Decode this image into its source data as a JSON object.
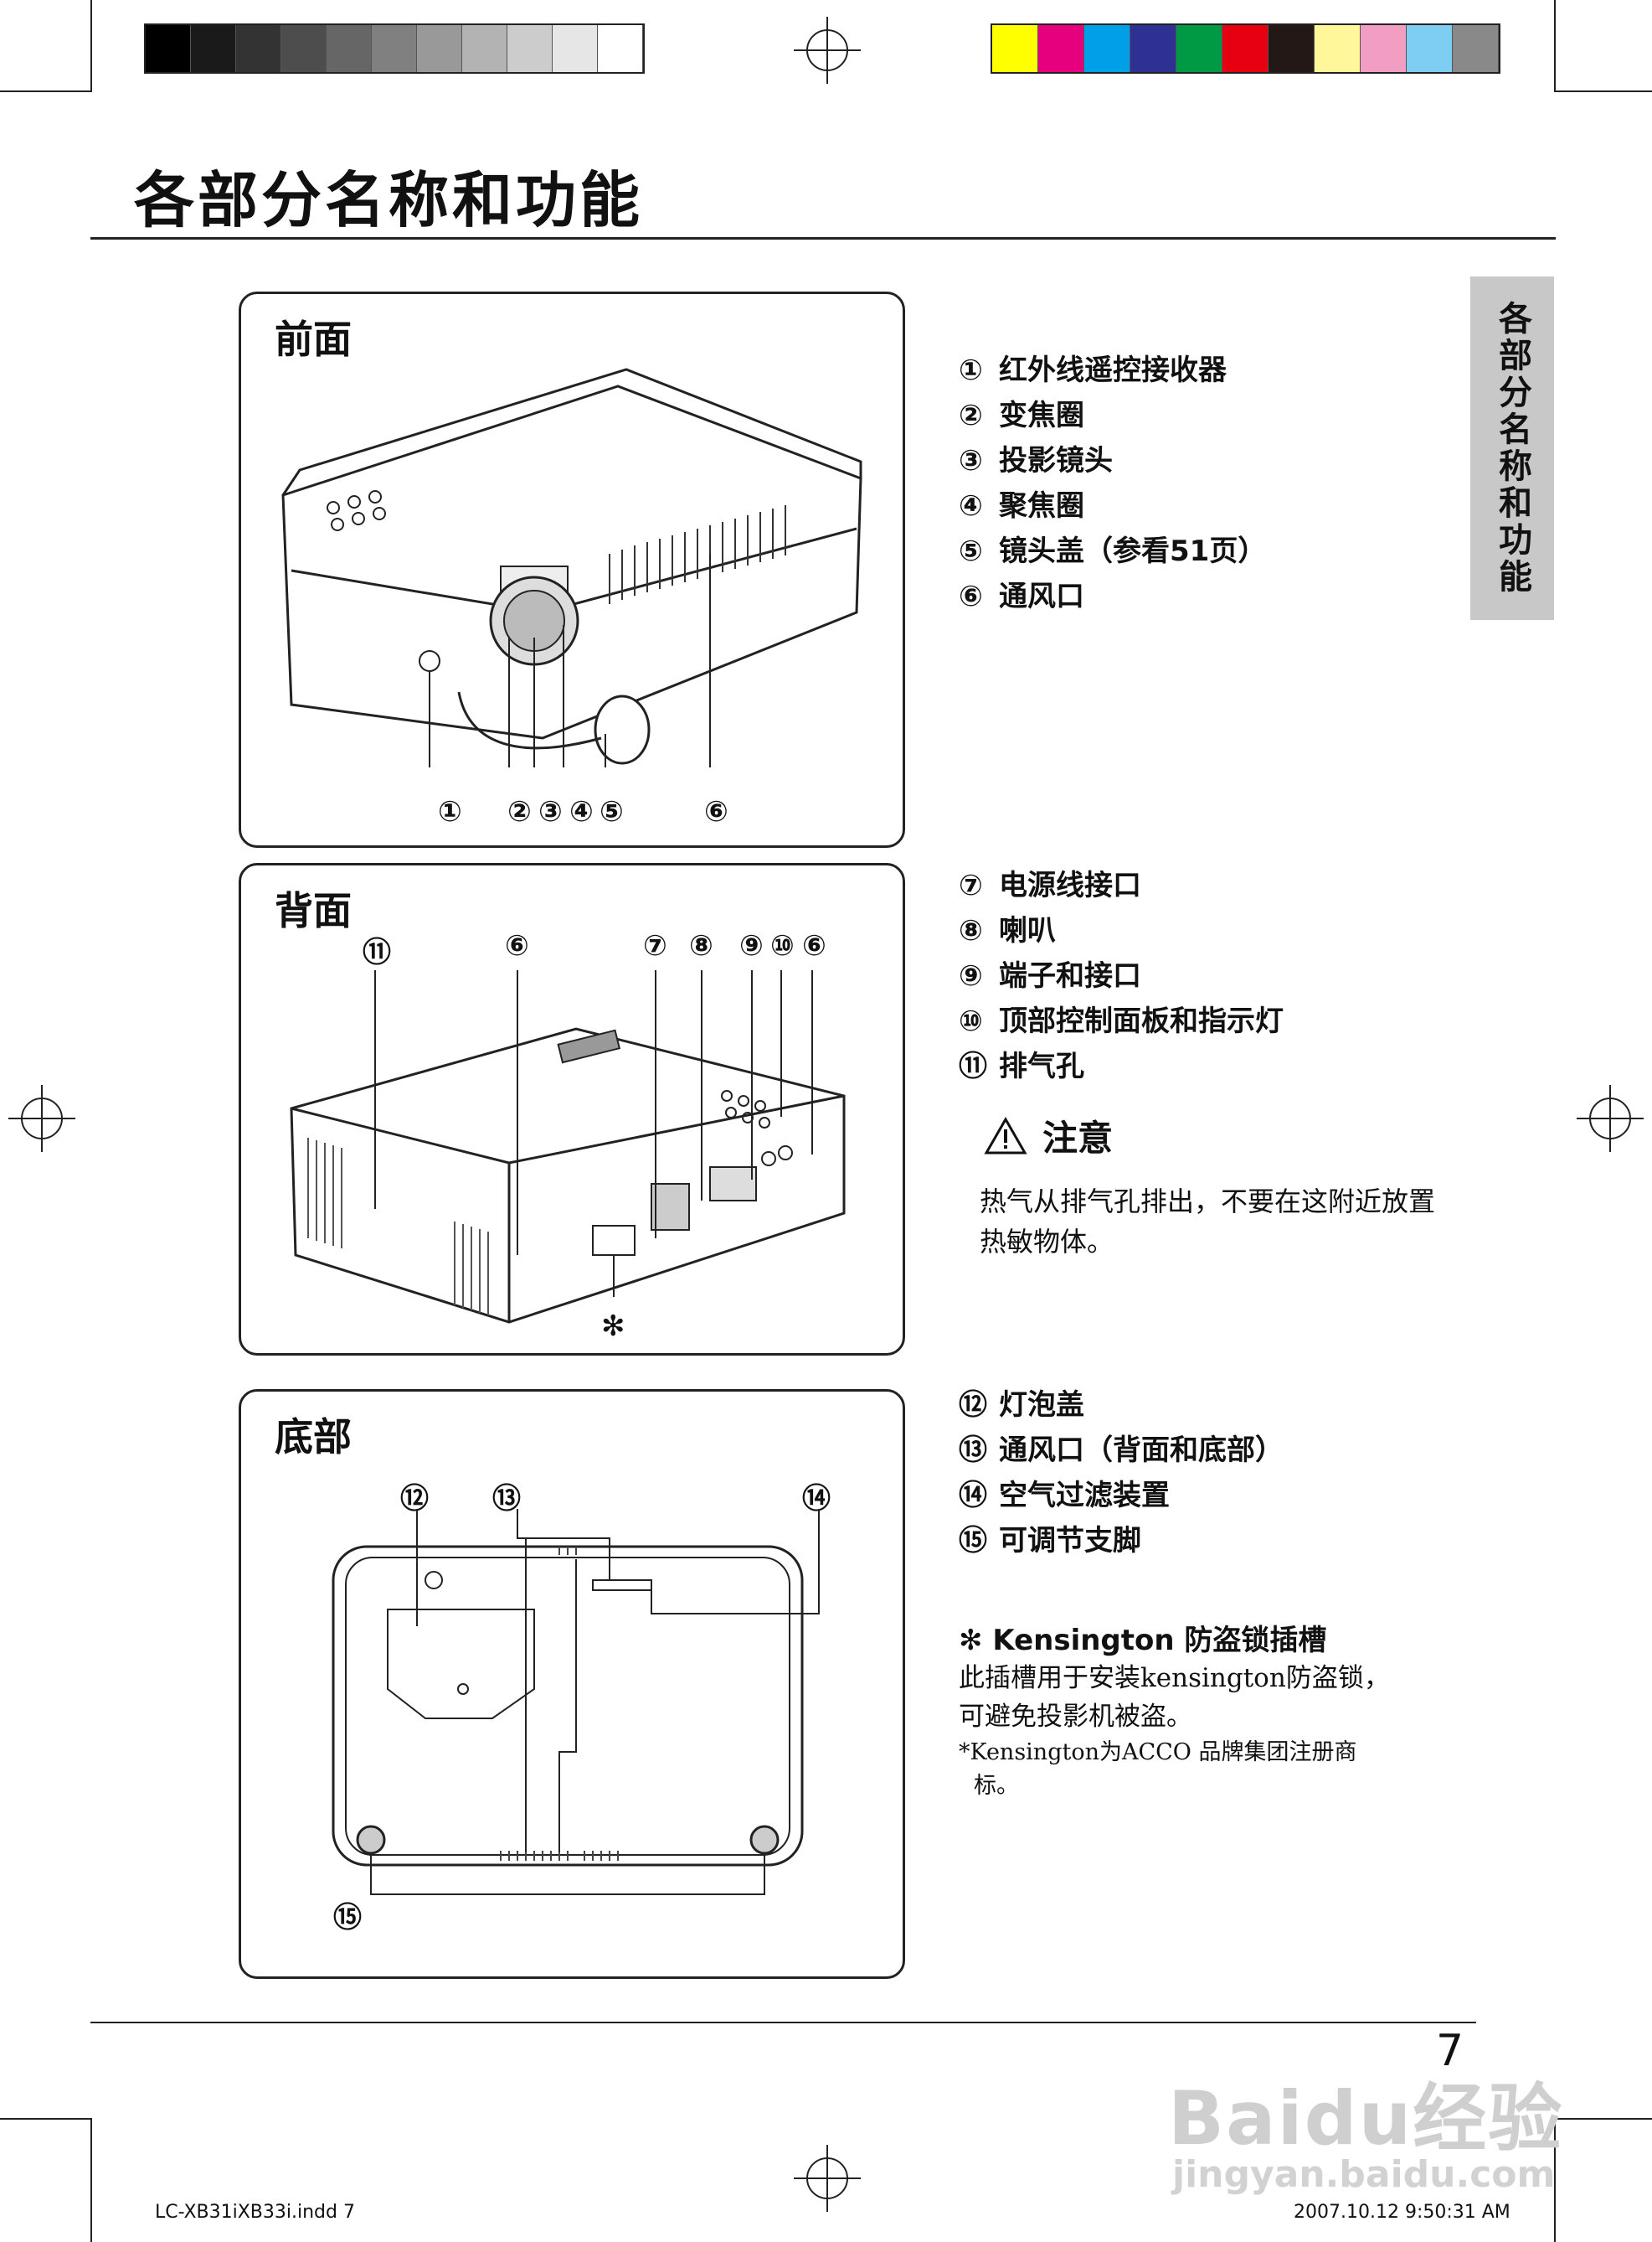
{
  "page": {
    "title": "各部分名称和功能",
    "side_tab": "各部分名称和功能",
    "page_number": "7"
  },
  "panels": {
    "front": {
      "title": "前面",
      "callouts": [
        "①",
        "②",
        "③",
        "④",
        "⑤",
        "⑥"
      ]
    },
    "back": {
      "title": "背面",
      "callouts": [
        "⑪",
        "⑥",
        "⑦",
        "⑧",
        "⑨",
        "⑩",
        "⑥"
      ],
      "asterisk": "✻"
    },
    "bottom": {
      "title": "底部",
      "callouts": [
        "⑫",
        "⑬",
        "⑭",
        "⑮"
      ]
    }
  },
  "legend_front": [
    {
      "num": "①",
      "label": "红外线遥控接收器"
    },
    {
      "num": "②",
      "label": "变焦圈"
    },
    {
      "num": "③",
      "label": "投影镜头"
    },
    {
      "num": "④",
      "label": "聚焦圈"
    },
    {
      "num": "⑤",
      "label": "镜头盖（参看51页）"
    },
    {
      "num": "⑥",
      "label": "通风口"
    }
  ],
  "legend_back": [
    {
      "num": "⑦",
      "label": "电源线接口"
    },
    {
      "num": "⑧",
      "label": "喇叭"
    },
    {
      "num": "⑨",
      "label": "端子和接口"
    },
    {
      "num": "⑩",
      "label": "顶部控制面板和指示灯"
    },
    {
      "num": "⑪",
      "label": "排气孔"
    }
  ],
  "caution": {
    "title": "注意",
    "body": "热气从排气孔排出，不要在这附近放置热敏物体。"
  },
  "legend_bottom": [
    {
      "num": "⑫",
      "label": "灯泡盖"
    },
    {
      "num": "⑬",
      "label": "通风口（背面和底部）"
    },
    {
      "num": "⑭",
      "label": "空气过滤装置"
    },
    {
      "num": "⑮",
      "label": "可调节支脚"
    }
  ],
  "kensington": {
    "title": "✻ Kensington 防盗锁插槽",
    "line1": "此插槽用于安装kensington防盗锁，",
    "line2": "可避免投影机被盗。",
    "line3": "*Kensington为ACCO 品牌集团注册商",
    "line4": "标。"
  },
  "footer": {
    "left": "LC-XB31iXB33i.indd   7",
    "right": "2007.10.12    9:50:31 AM"
  },
  "watermark": {
    "text": "Baidu经验",
    "url": "jingyan.baidu.com"
  },
  "colors": {
    "gray_bars": [
      "#000000",
      "#1a1a1a",
      "#333333",
      "#4d4d4d",
      "#666666",
      "#808080",
      "#999999",
      "#b3b3b3",
      "#cccccc",
      "#e6e6e6",
      "#ffffff"
    ],
    "color_bars": [
      "#ffff00",
      "#e6007e",
      "#00a0e9",
      "#2e3192",
      "#009944",
      "#e60012",
      "#231815",
      "#fff799",
      "#f19ec2",
      "#7ecef4",
      "#898989"
    ],
    "tab_gray": "#c8c8c8"
  }
}
